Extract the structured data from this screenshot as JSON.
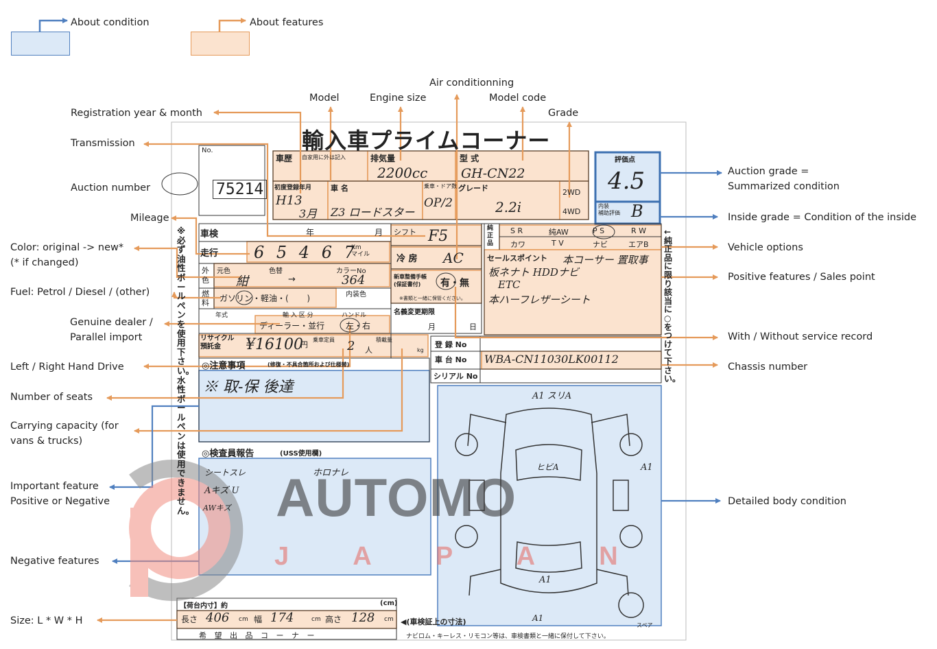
{
  "legend": {
    "condition": {
      "label": "About condition",
      "color": "#dce9f7",
      "border": "#4f7fbf"
    },
    "features": {
      "label": "About features",
      "color": "#fbe3cf",
      "border": "#e59a5a"
    }
  },
  "colors": {
    "orange_arrow": "#e59a5a",
    "blue_arrow": "#4f7fbf",
    "sheet_line": "#333333"
  },
  "labels": {
    "air_conditioning": "Air conditionning",
    "model": "Model",
    "engine_size": "Engine size",
    "model_code": "Model code",
    "grade": "Grade",
    "registration": "Registration year & month",
    "transmission": "Transmission",
    "auction_number": "Auction number",
    "mileage": "Mileage",
    "color": "Color: original -> new*\n(* if changed)",
    "fuel": "Fuel: Petrol / Diesel / (other)",
    "dealer": "Genuine dealer /\nParallel import",
    "hand_drive": "Left / Right Hand Drive",
    "seats": "Number of seats",
    "capacity": "Carrying capacity (for\nvans & trucks)",
    "important": "Important feature\nPositive or Negative",
    "negative": "Negative features",
    "size": "Size: L * W * H",
    "auction_grade": "Auction grade =\nSummarized condition",
    "inside_grade": "Inside grade = Condition of the inside",
    "options": "Vehicle options",
    "positive": "Positive features / Sales point",
    "service_record": "With / Without service record",
    "chassis": "Chassis number",
    "body": "Detailed body condition"
  },
  "sheet": {
    "title": "輸入車プライムコーナー",
    "no_label": "No.",
    "auction_no": "75214",
    "history_label": "車歴",
    "history_note": "自家用に外は記入",
    "displacement_label": "排気量",
    "displacement": "2200cc",
    "type_label": "型 式",
    "model_code": "GH-CN22",
    "first_reg_label": "初度登録年月",
    "first_reg_year": "H13",
    "first_reg_month": "3月",
    "car_name_label": "車 名",
    "car_name": "Z3 ロードスター",
    "doors_label": "乗車・ドア数",
    "doors": "OP/2",
    "grade_label": "グレード",
    "grade": "2.2i",
    "drive_2wd": "2WD",
    "drive_4wd": "4WD",
    "score_label": "評価点",
    "score": "4.5",
    "interior_label": "内装\n補助評価",
    "interior_grade": "B",
    "inspection_label": "車検",
    "year_label": "年",
    "month_label": "月",
    "mileage_label": "走行",
    "mileage": "6 5 4 6 7",
    "km_label": "Km\nマイル",
    "shift_label": "シフト",
    "shift": "F5",
    "ac_label": "冷 房",
    "ac": "AC",
    "color_outer_label": "外\n色",
    "color_original_label": "元色",
    "color_changed_label": "色替",
    "color_original": "紺",
    "color_arrow": "→",
    "color_no_label": "カラーNo",
    "color_no": "364",
    "interior_color_label": "内装色",
    "fuel_label": "燃\n料",
    "fuel": "ガソリン・軽油・(       )",
    "service_label": "新車整備手帳\n(保証書付)",
    "service": "有・無",
    "service_note": "※書類と一緒に保管ください。",
    "name_change_label": "名義変更期限",
    "month_short": "月",
    "day_short": "日",
    "year_type_label": "年式",
    "import_label": "輸 入 区 分",
    "import_value": "ディーラー・並行",
    "handle_label": "ハンドル",
    "handle_value": "左・右",
    "recycle_label": "リサイクル\n預託金",
    "recycle": "¥16100",
    "yen": "円",
    "capacity_label": "乗車定員",
    "capacity": "2",
    "person": "人",
    "load_label": "積載量",
    "kg": "kg",
    "notes_label": "◎注意事項",
    "notes_sub": "(修復・不具合箇所および仕様替)",
    "notes": "※ 取-保 後達",
    "inspector_label": "◎検査員報告",
    "inspector_sub": "(USS使用欄)",
    "inspector_1": "シートスレ",
    "inspector_2": "ホロナレ",
    "inspector_3": "Aキズ U",
    "inspector_4": "AWキズ",
    "options": [
      "S R",
      "純AW",
      "P S",
      "R W",
      "カワ",
      "T V",
      "ナビ",
      "エアB"
    ],
    "options_side": "純\n正\n品",
    "sales_label": "セールスポイント",
    "sales_1": "本コーサー 置取事",
    "sales_2": "板ネナト HDDナビ",
    "sales_3": "ETC",
    "sales_4": "本ハーフレザーシート",
    "reg_no_label": "登 録 No",
    "chassis_label": "車 台 No",
    "chassis": "WBA-CN11030LK00112",
    "serial_label": "シリアル No",
    "size_label": "【荷台内寸】約",
    "size_unit": "(cm)",
    "length_label": "長さ",
    "length": "406",
    "width_label": "幅",
    "width": "174",
    "height_label": "高さ",
    "height": "128",
    "cm": "cm",
    "size_note": "◀(車検証上の寸法)",
    "bottom_row": "希 望 出 品 コ ー ナ ー",
    "bottom_note": "ナビロム・キーレス・リモコン等は、車検書類と一緒に保付して下さい。",
    "vertical_left": "※必ず油性ボールペンを使用下さい。水性ボールペンは使用できません。",
    "vertical_right": "←純正品に限り該当に○をつけて下さい。",
    "spare": "スペア",
    "diagram_top": "A1 スリA",
    "diagram_roof": "ヒビA",
    "diagram_side": "A1",
    "diagram_bottom": "A1",
    "diagram_rear": "A1"
  },
  "watermark": {
    "brand": "AUTOMO",
    "sub": "J A P A N"
  }
}
